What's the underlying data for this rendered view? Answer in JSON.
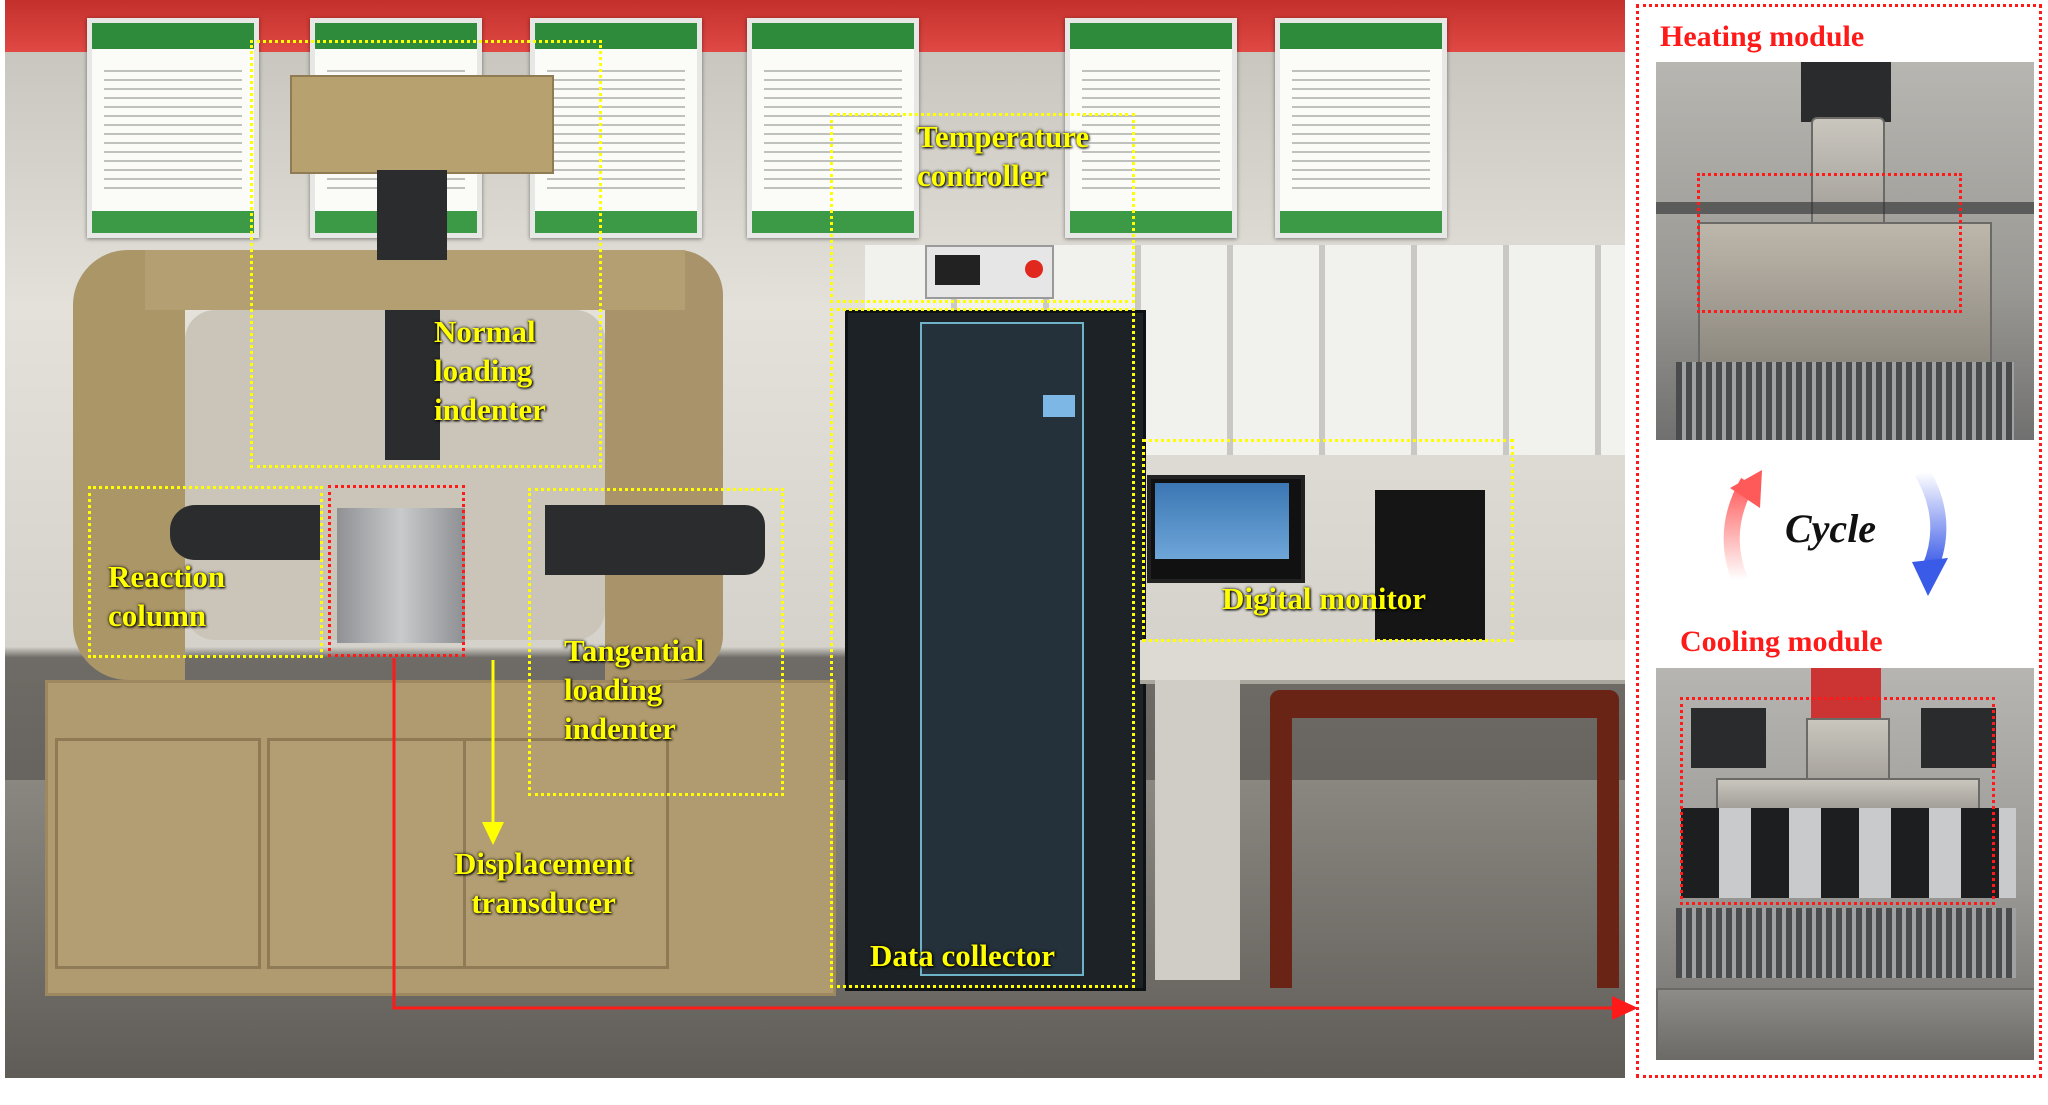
{
  "labels": {
    "temperature_controller": "Temperature\ncontroller",
    "normal_indenter": "Normal\nloading\nindenter",
    "reaction_column": "Reaction\ncolumn",
    "tangential_indenter": "Tangential\nloading\nindenter",
    "digital_monitor": "Digital monitor",
    "displacement_transducer": "Displacement\ntransducer",
    "data_collector": "Data collector"
  },
  "panel": {
    "heating_title": "Heating module",
    "cooling_title": "Cooling module",
    "cycle": "Cycle"
  },
  "colors": {
    "annotation": "#ffff00",
    "highlight": "#ff1a1a",
    "cycle_up": "#ff5a5a",
    "cycle_down": "#3a5ae8"
  },
  "icons": [
    "arrow-down-icon",
    "arrow-right-icon",
    "curved-arrow-up-icon",
    "curved-arrow-down-icon"
  ]
}
